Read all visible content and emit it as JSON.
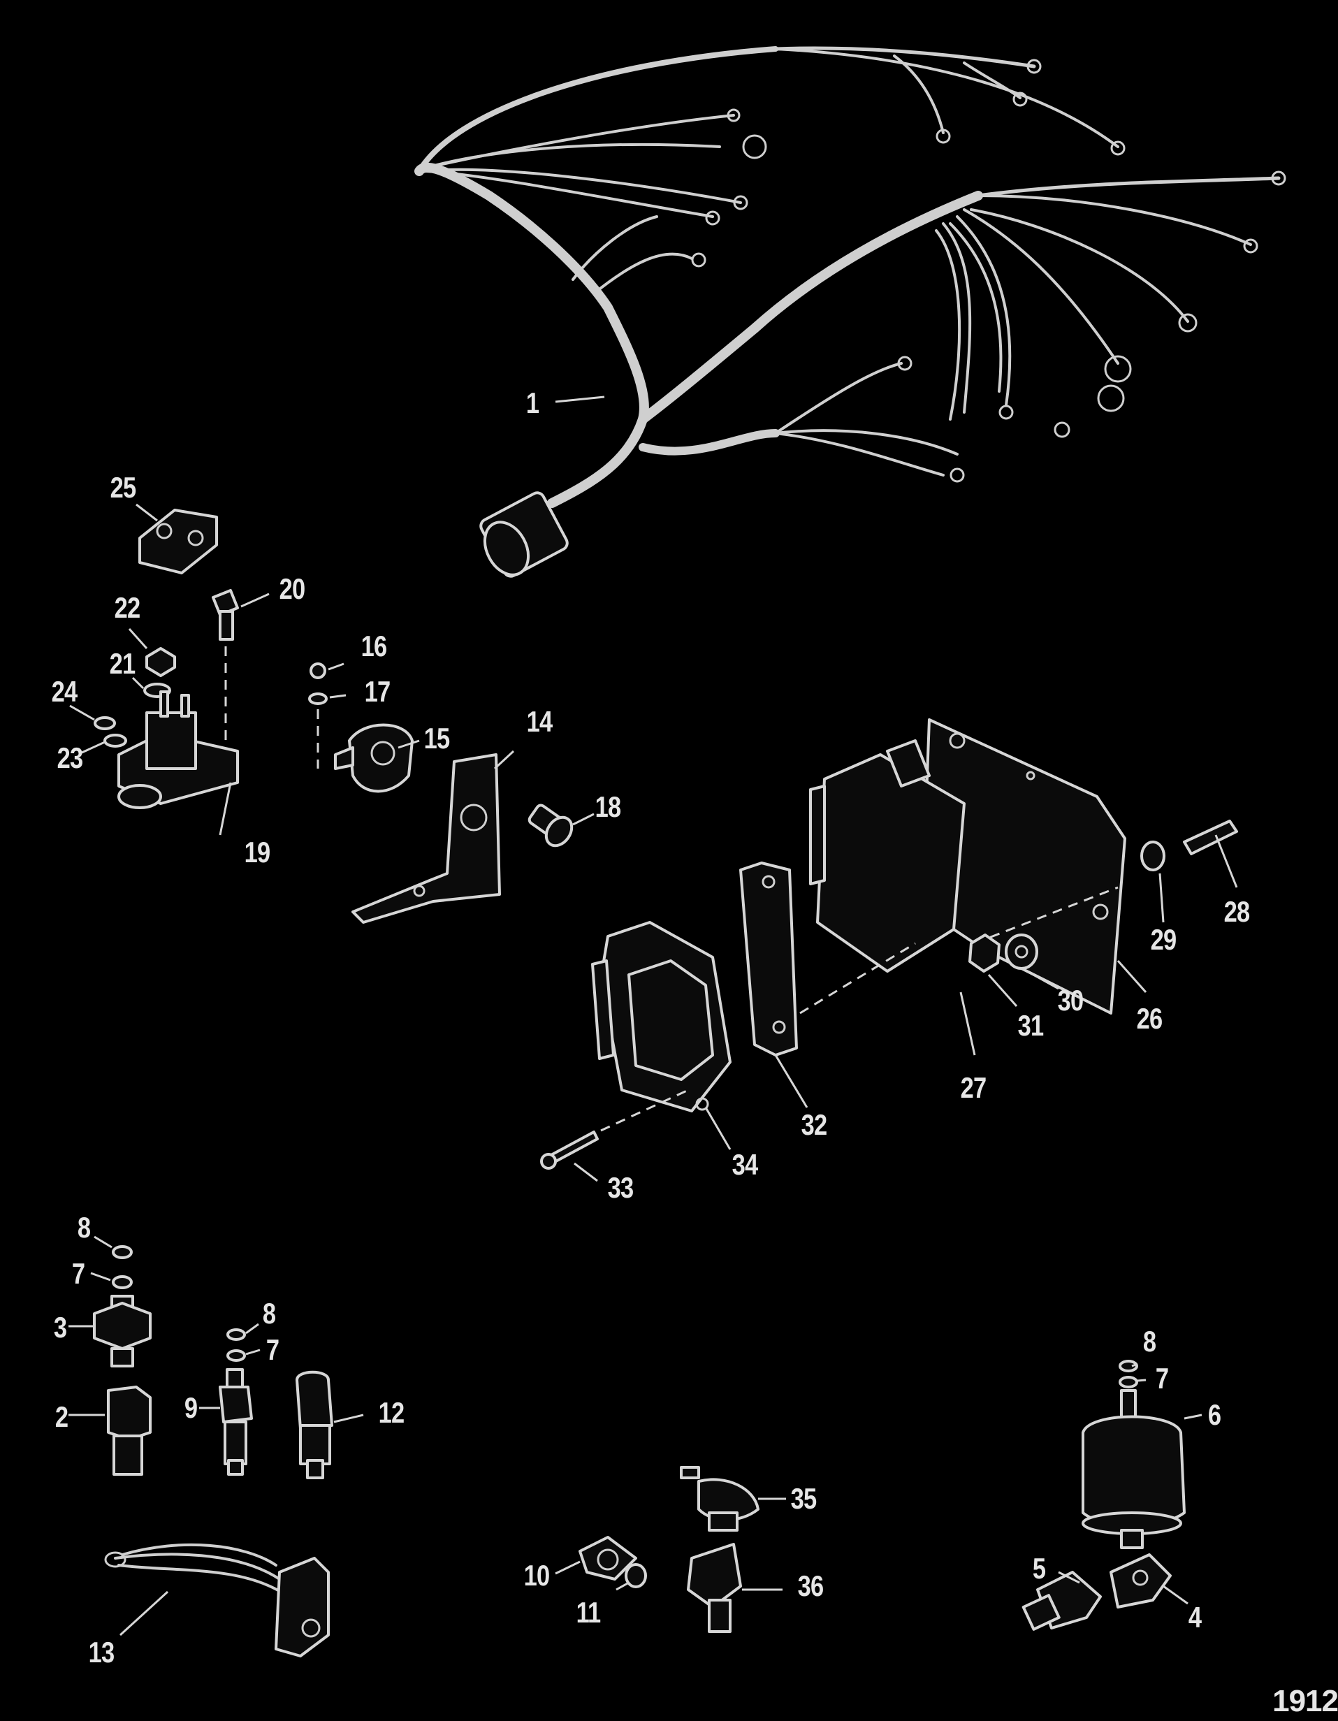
{
  "figure_id": "1912",
  "callouts": [
    {
      "n": "1"
    },
    {
      "n": "2"
    },
    {
      "n": "3"
    },
    {
      "n": "4"
    },
    {
      "n": "5"
    },
    {
      "n": "6"
    },
    {
      "n": "7"
    },
    {
      "n": "7"
    },
    {
      "n": "7"
    },
    {
      "n": "8"
    },
    {
      "n": "8"
    },
    {
      "n": "8"
    },
    {
      "n": "9"
    },
    {
      "n": "10"
    },
    {
      "n": "11"
    },
    {
      "n": "12"
    },
    {
      "n": "13"
    },
    {
      "n": "14"
    },
    {
      "n": "15"
    },
    {
      "n": "16"
    },
    {
      "n": "17"
    },
    {
      "n": "18"
    },
    {
      "n": "19"
    },
    {
      "n": "20"
    },
    {
      "n": "21"
    },
    {
      "n": "22"
    },
    {
      "n": "23"
    },
    {
      "n": "24"
    },
    {
      "n": "25"
    },
    {
      "n": "26"
    },
    {
      "n": "27"
    },
    {
      "n": "28"
    },
    {
      "n": "29"
    },
    {
      "n": "30"
    },
    {
      "n": "31"
    },
    {
      "n": "32"
    },
    {
      "n": "33"
    },
    {
      "n": "34"
    },
    {
      "n": "35"
    },
    {
      "n": "36"
    }
  ]
}
